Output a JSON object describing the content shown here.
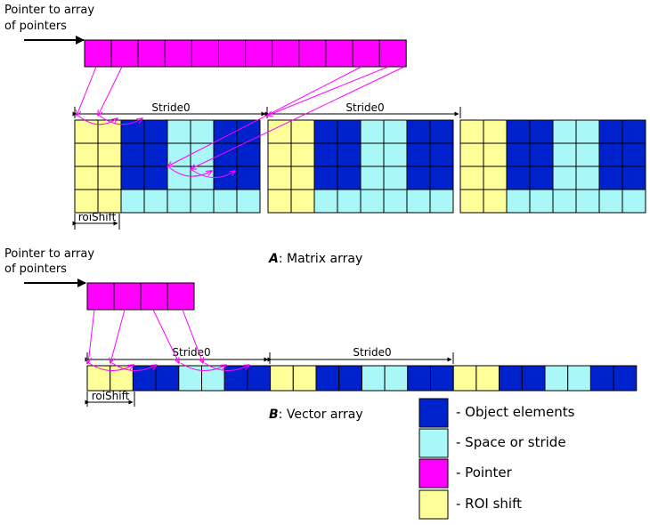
{
  "colors": {
    "object": "#0022cc",
    "stride": "#aaf7f7",
    "pointer": "#ff00ff",
    "roi": "#ffff99",
    "arrow": "#ff00ff",
    "grid": "#000000"
  },
  "matrix": {
    "pointer_label_1": "Pointer to array",
    "pointer_label_2": "of pointers",
    "stride_label": "Stride0",
    "roi_label": "roiShift",
    "caption_letter": "A",
    "caption_text": ": Matrix array",
    "pointer_count": 12,
    "column_pattern": [
      "roi",
      "roi",
      "obj",
      "obj",
      "str",
      "str",
      "obj",
      "obj"
    ],
    "blue_rows": 3,
    "total_rows": 4,
    "block_count": 3
  },
  "vector": {
    "pointer_label_1": "Pointer to array",
    "pointer_label_2": "of pointers",
    "stride_label": "Stride0",
    "roi_label": "roiShift",
    "caption_letter": "B",
    "caption_text": ": Vector array",
    "pointer_count": 4,
    "cell_pattern": [
      "roi",
      "roi",
      "obj",
      "obj",
      "str",
      "str",
      "obj",
      "obj"
    ],
    "block_count": 3
  },
  "legend": [
    {
      "color": "object",
      "label": "Object elements"
    },
    {
      "color": "stride",
      "label": "Space or stride"
    },
    {
      "color": "pointer",
      "label": "Pointer"
    },
    {
      "color": "roi",
      "label": "ROI shift"
    }
  ]
}
